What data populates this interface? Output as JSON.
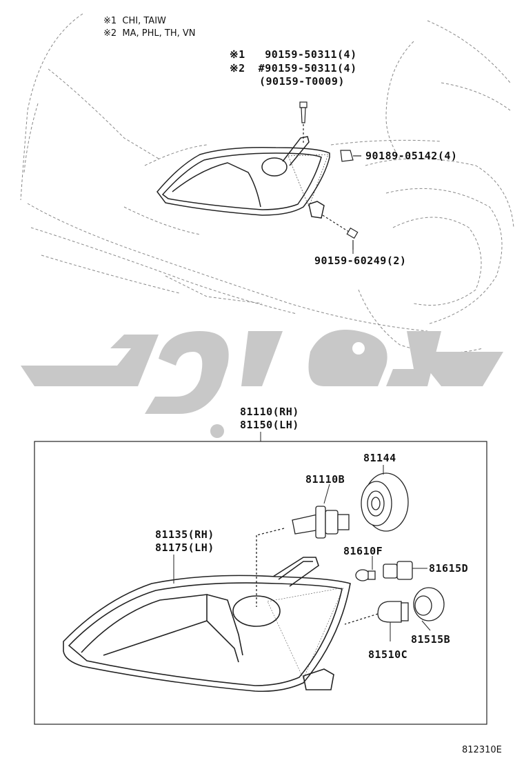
{
  "notes": {
    "n1": "※1  CHI, TAIW",
    "n2": "※2  MA, PHL, TH, VN"
  },
  "parts": {
    "screw_line1": "※1   90159-50311(4)",
    "screw_line2": "※2  #90159-50311(4)",
    "screw_line3": "(90159-T0009)",
    "clip": "90189-05142(4)",
    "bolt": "90159-60249(2)",
    "assy_rh": "81110(RH)",
    "assy_lh": "81150(LH)",
    "socket_cover": "81144",
    "bulb_h4": "81110B",
    "housing_rh": "81135(RH)",
    "housing_lh": "81175(LH)",
    "bulb_small": "81610F",
    "socket_small": "81615D",
    "socket_turn": "81515B",
    "bulb_turn": "81510C"
  },
  "diagram_code": "812310E",
  "watermark_color": "#c8c8c8"
}
